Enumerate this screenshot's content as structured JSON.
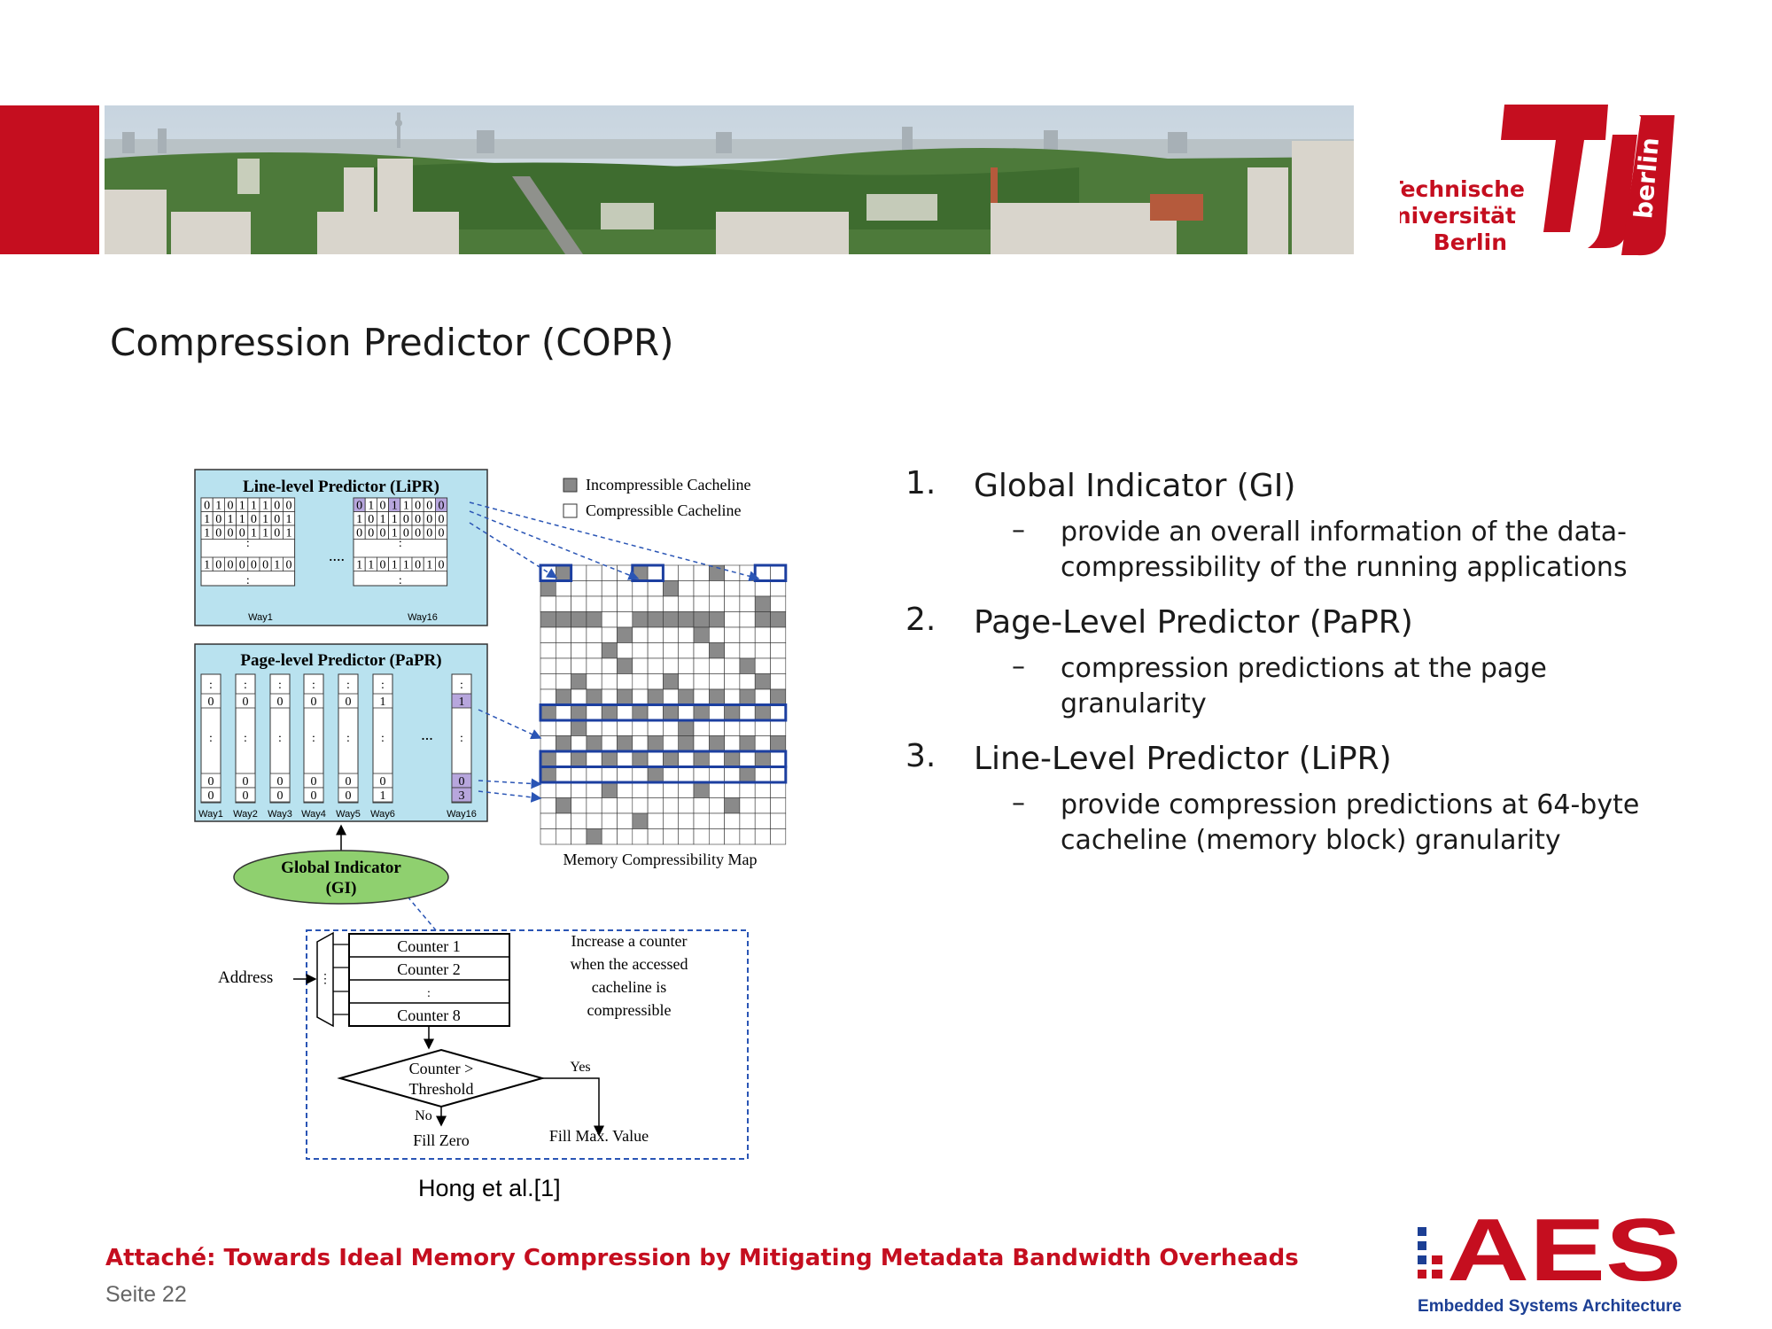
{
  "header": {
    "university_name_line1": "Technische",
    "university_name_line2": "Universität",
    "university_name_line3": "Berlin",
    "university_logo_text": "berlin",
    "brand_color": "#c50e1f"
  },
  "slide": {
    "title": "Compression Predictor (COPR)"
  },
  "figure": {
    "lipr_title": "Line-level Predictor (LiPR)",
    "papr_title": "Page-level Predictor (PaPR)",
    "legend_incompressible": "Incompressible Cacheline",
    "legend_compressible": "Compressible Cacheline",
    "map_label": "Memory Compressibility Map",
    "gi_line1": "Global Indicator",
    "gi_line2": "(GI)",
    "address_label": "Address",
    "counter1": "Counter 1",
    "counter2": "Counter 2",
    "counter8": "Counter 8",
    "counter_note": [
      "Increase a counter",
      "when the accessed",
      "cacheline is",
      "compressible"
    ],
    "decision_line1": "Counter >",
    "decision_line2": "Threshold",
    "yes_label": "Yes",
    "no_label": "No",
    "fill_zero": "Fill Zero",
    "fill_max": "Fill Max. Value",
    "lipr_rows_way1": [
      "01011100",
      "10110101",
      "10001101"
    ],
    "lipr_last_way1": "10000010",
    "lipr_rows_way16": [
      "01011000",
      "10110000",
      "00010000"
    ],
    "lipr_last_way16": "11011010",
    "lipr_way_labels": [
      "Way1",
      "Way16"
    ],
    "papr_way_labels": [
      "Way1",
      "Way2",
      "Way3",
      "Way4",
      "Way5",
      "Way6",
      "Way16"
    ],
    "papr_top_values": [
      "0",
      "0",
      "0",
      "0",
      "0",
      "1",
      "1"
    ],
    "papr_bottom1": [
      "0",
      "0",
      "0",
      "0",
      "0",
      "0",
      "0"
    ],
    "papr_bottom2": [
      "0",
      "0",
      "0",
      "0",
      "0",
      "1",
      "3"
    ]
  },
  "caption": "Hong et al.[1]",
  "bullets": [
    {
      "number": "1.",
      "label": "Global Indicator (GI)",
      "sub_lines": [
        "provide an overall information of the data-",
        "compressibility of the running applications"
      ]
    },
    {
      "number": "2.",
      "label": "Page-Level Predictor (PaPR)",
      "sub_lines": [
        "compression predictions at the page",
        "granularity"
      ]
    },
    {
      "number": "3.",
      "label": "Line-Level Predictor (LiPR)",
      "sub_lines": [
        "provide compression predictions at 64-byte",
        "cacheline (memory block) granularity"
      ]
    }
  ],
  "footer": {
    "title": "Attaché: Towards Ideal Memory Compression by Mitigating Metadata Bandwidth Overheads",
    "page": "Seite 22",
    "aes_text": "AES",
    "aes_subtitle": "Embedded Systems Architecture"
  }
}
